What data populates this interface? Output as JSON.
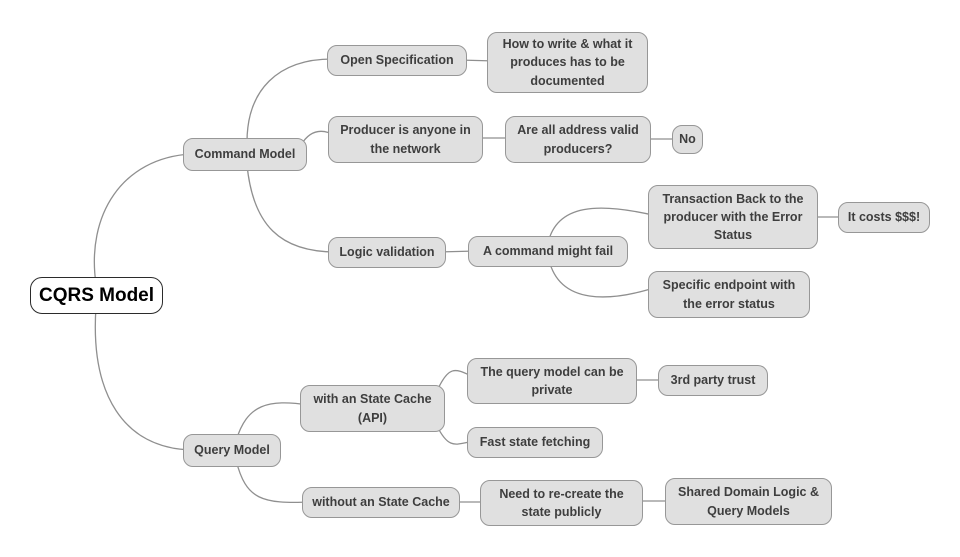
{
  "palette": {
    "node_fill": "#e0e0e0",
    "node_border": "#979797",
    "node_text": "#3e3e3e",
    "root_fill": "#ffffff",
    "root_border": "#2b2b2b",
    "root_text": "#000000",
    "edge_stroke": "#8f8f8f"
  },
  "mindmap": {
    "root": {
      "label": "CQRS Model",
      "children": [
        {
          "label": "Command Model",
          "children": [
            {
              "label": "Open Specification",
              "children": [
                {
                  "label": "How to write & what it\nproduces has to be\ndocumented"
                }
              ]
            },
            {
              "label": "Producer is anyone in\nthe network",
              "children": [
                {
                  "label": "Are all address valid\nproducers?",
                  "children": [
                    {
                      "label": "No"
                    }
                  ]
                }
              ]
            },
            {
              "label": "Logic validation",
              "children": [
                {
                  "label": "A command might fail",
                  "children": [
                    {
                      "label": "Transaction Back to the\nproducer with the Error\nStatus",
                      "children": [
                        {
                          "label": "It costs $$$!"
                        }
                      ]
                    },
                    {
                      "label": "Specific endpoint with\nthe error status"
                    }
                  ]
                }
              ]
            }
          ]
        },
        {
          "label": "Query Model",
          "children": [
            {
              "label": "with an State Cache\n(API)",
              "children": [
                {
                  "label": "The query model can be\nprivate",
                  "children": [
                    {
                      "label": "3rd party trust"
                    }
                  ]
                },
                {
                  "label": "Fast state fetching"
                }
              ]
            },
            {
              "label": "without an State Cache",
              "children": [
                {
                  "label": "Need to re-create the\nstate publicly",
                  "children": [
                    {
                      "label": "Shared Domain Logic &\nQuery Models"
                    }
                  ]
                }
              ]
            }
          ]
        }
      ]
    }
  }
}
